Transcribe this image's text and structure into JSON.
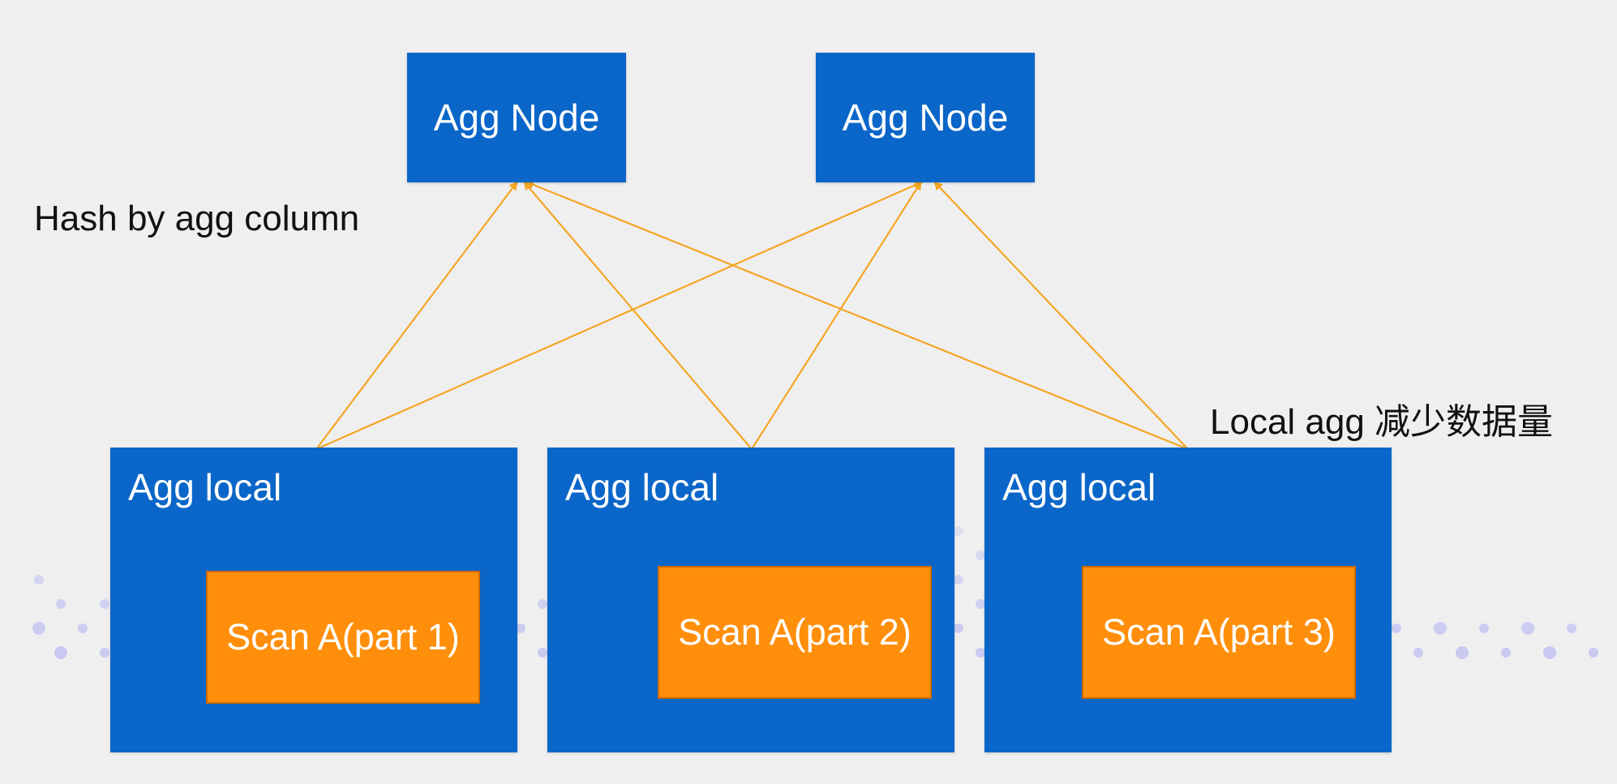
{
  "top_nodes": [
    {
      "label": "Agg Node"
    },
    {
      "label": "Agg Node"
    }
  ],
  "local_nodes": [
    {
      "label": "Agg local",
      "scan_label": "Scan A(part 1)"
    },
    {
      "label": "Agg local",
      "scan_label": "Scan A(part 2)"
    },
    {
      "label": "Agg local",
      "scan_label": "Scan A(part 3)"
    }
  ],
  "annotations": {
    "hash": "Hash by agg column",
    "local": "Local agg 减少数据量"
  },
  "edges": [
    {
      "from": "local-1",
      "to": "agg-node-1"
    },
    {
      "from": "local-1",
      "to": "agg-node-2"
    },
    {
      "from": "local-2",
      "to": "agg-node-1"
    },
    {
      "from": "local-2",
      "to": "agg-node-2"
    },
    {
      "from": "local-3",
      "to": "agg-node-1"
    },
    {
      "from": "local-3",
      "to": "agg-node-2"
    }
  ],
  "colors": {
    "background": "#efeff0",
    "node_blue": "#0a66c8",
    "scan_orange": "#ff8f0a",
    "arrow": "#f5a623",
    "dots": "#c9c9f2"
  }
}
